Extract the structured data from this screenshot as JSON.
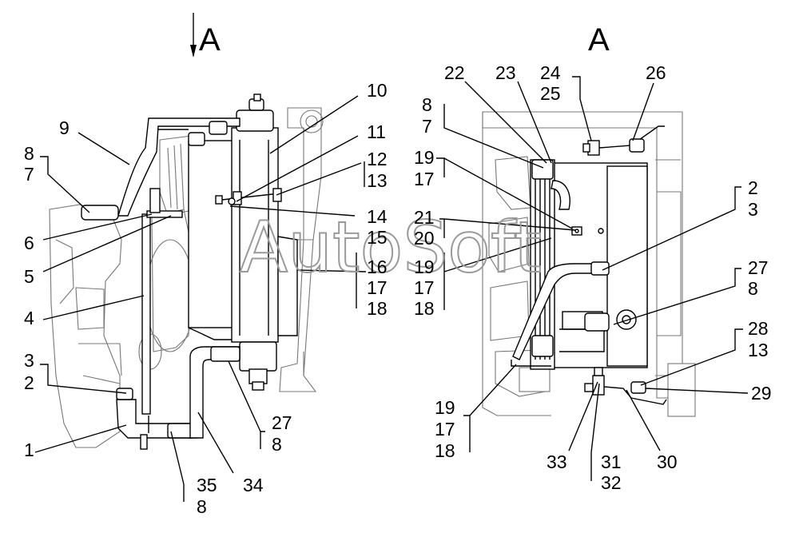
{
  "views": {
    "left": "A",
    "right": "A"
  },
  "watermark": "AutoSoft",
  "left_labels": [
    "10",
    "9",
    "11",
    "8",
    "7",
    "12",
    "13",
    "14",
    "15",
    "6",
    "16",
    "17",
    "18",
    "5",
    "4",
    "3",
    "2",
    "1",
    "27",
    "8",
    "34",
    "35",
    "8"
  ],
  "right_labels": [
    "22",
    "23",
    "24",
    "25",
    "26",
    "8",
    "7",
    "19",
    "17",
    "2",
    "3",
    "21",
    "20",
    "19",
    "17",
    "18",
    "27",
    "8",
    "28",
    "13",
    "29",
    "19",
    "17",
    "18",
    "33",
    "31",
    "32",
    "30"
  ]
}
